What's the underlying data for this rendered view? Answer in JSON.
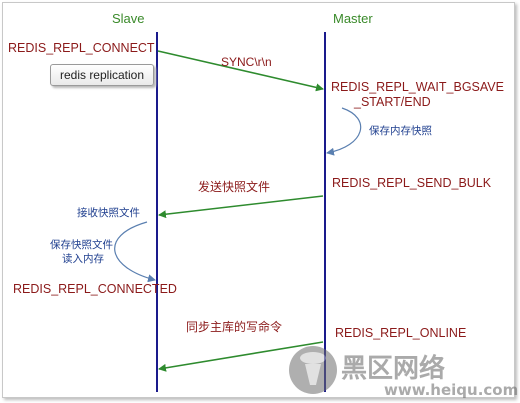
{
  "lanes": {
    "slave": "Slave",
    "master": "Master"
  },
  "states": {
    "connect": "REDIS_REPL_CONNECT",
    "wait_bgsave_1": "REDIS_REPL_WAIT_BGSAVE",
    "wait_bgsave_2": "_START/END",
    "send_bulk": "REDIS_REPL_SEND_BULK",
    "connected": "REDIS_REPL_CONNECTED",
    "online": "REDIS_REPL_ONLINE"
  },
  "messages": {
    "sync": "SYNC\\r\\n",
    "send_snapshot": "发送快照文件",
    "sync_commands": "同步主库的写命令"
  },
  "notes": {
    "save_snapshot": "保存内存快照",
    "receive_snapshot": "接收快照文件",
    "save_file_1": "保存快照文件",
    "save_file_2": "读入内存"
  },
  "tag": "redis replication",
  "watermark": {
    "text": "黑区网络",
    "url": "www.heiqu.com"
  },
  "colors": {
    "lifeline": "#1a1a8c",
    "arrow": "#2e8b2e",
    "state": "#8b1a1a",
    "note": "#1f3f8f",
    "curve": "#5a7fb0"
  }
}
